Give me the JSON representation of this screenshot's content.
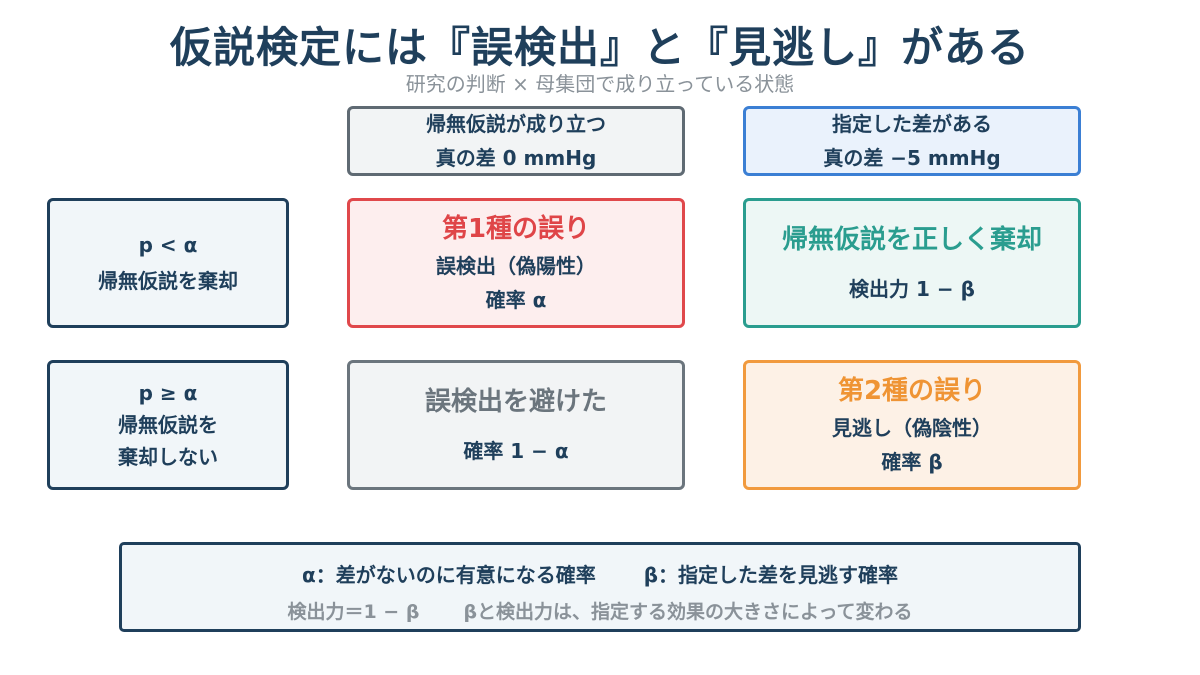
{
  "title": "仮説検定には『誤検出』と『見逃し』がある",
  "subtitle": "研究の判断 × 母集団で成り立っている状態",
  "columns": [
    {
      "line1": "帰無仮説が成り立つ",
      "line2": "真の差 0 mmHg"
    },
    {
      "line1": "指定した差がある",
      "line2": "真の差 −5 mmHg"
    }
  ],
  "rows": [
    {
      "lines": [
        "p < α",
        "帰無仮説を棄却"
      ]
    },
    {
      "lines": [
        "p ≥ α",
        "帰無仮説を",
        "棄却しない"
      ]
    }
  ],
  "cells": {
    "r1c1": {
      "title": "第1種の誤り",
      "line1": "誤検出（偽陽性）",
      "line2": "確率 α"
    },
    "r1c2": {
      "title": "帰無仮説を正しく棄却",
      "line1": "検出力 1 − β"
    },
    "r2c1": {
      "title": "誤検出を避けた",
      "line1": "確率 1 − α"
    },
    "r2c2": {
      "title": "第2種の誤り",
      "line1": "見逃し（偽陰性）",
      "line2": "確率 β"
    }
  },
  "legend": {
    "alpha_def": "α：差がないのに有意になる確率",
    "beta_def": "β：指定した差を見逃す確率",
    "power_def": "検出力＝1 − β",
    "note": "βと検出力は、指定する効果の大きさによって変わる"
  },
  "colors": {
    "type1": "#e0484b",
    "correct_reject": "#2a9d8f",
    "correct_retain": "#6b757d",
    "type2": "#f19a3e",
    "alt_header": "#3b7fd4",
    "navy": "#1f3f5b"
  }
}
